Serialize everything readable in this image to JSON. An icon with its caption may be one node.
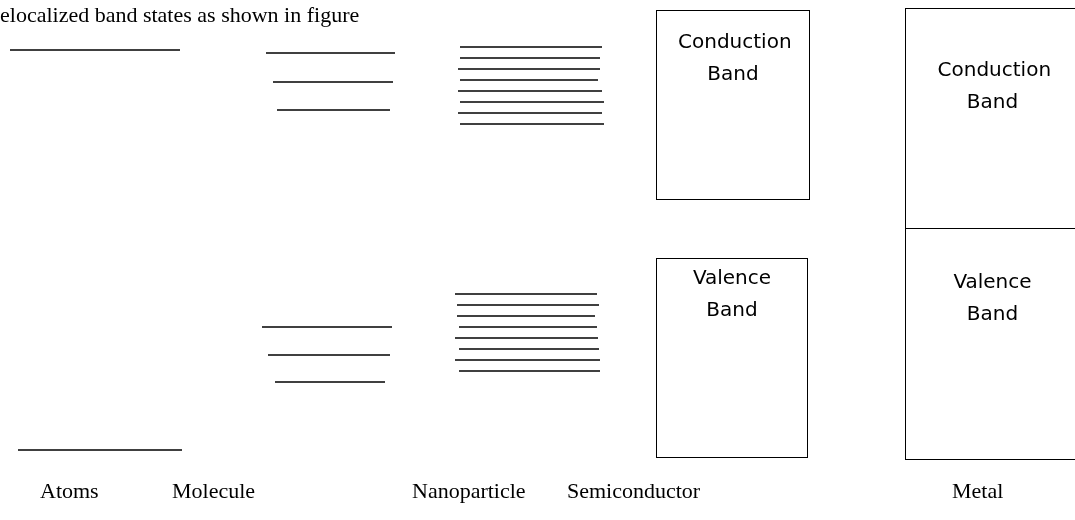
{
  "diagram": {
    "nodes": [
      {
        "text": [
          "Conduction Band"
        ]
      },
      {
        "text": [
          "Valence Band"
        ]
      },
      {
        "text": [
          "Conduction Band"
        ]
      },
      {
        "text": [
          "Valence Band"
        ]
      }
    ],
    "edges": [],
    "labels": [
      "elocalized band states as shown in figure",
      "Atoms",
      "Molecule",
      "Nanoparticle",
      "Semiconductor",
      "Metal"
    ]
  }
}
